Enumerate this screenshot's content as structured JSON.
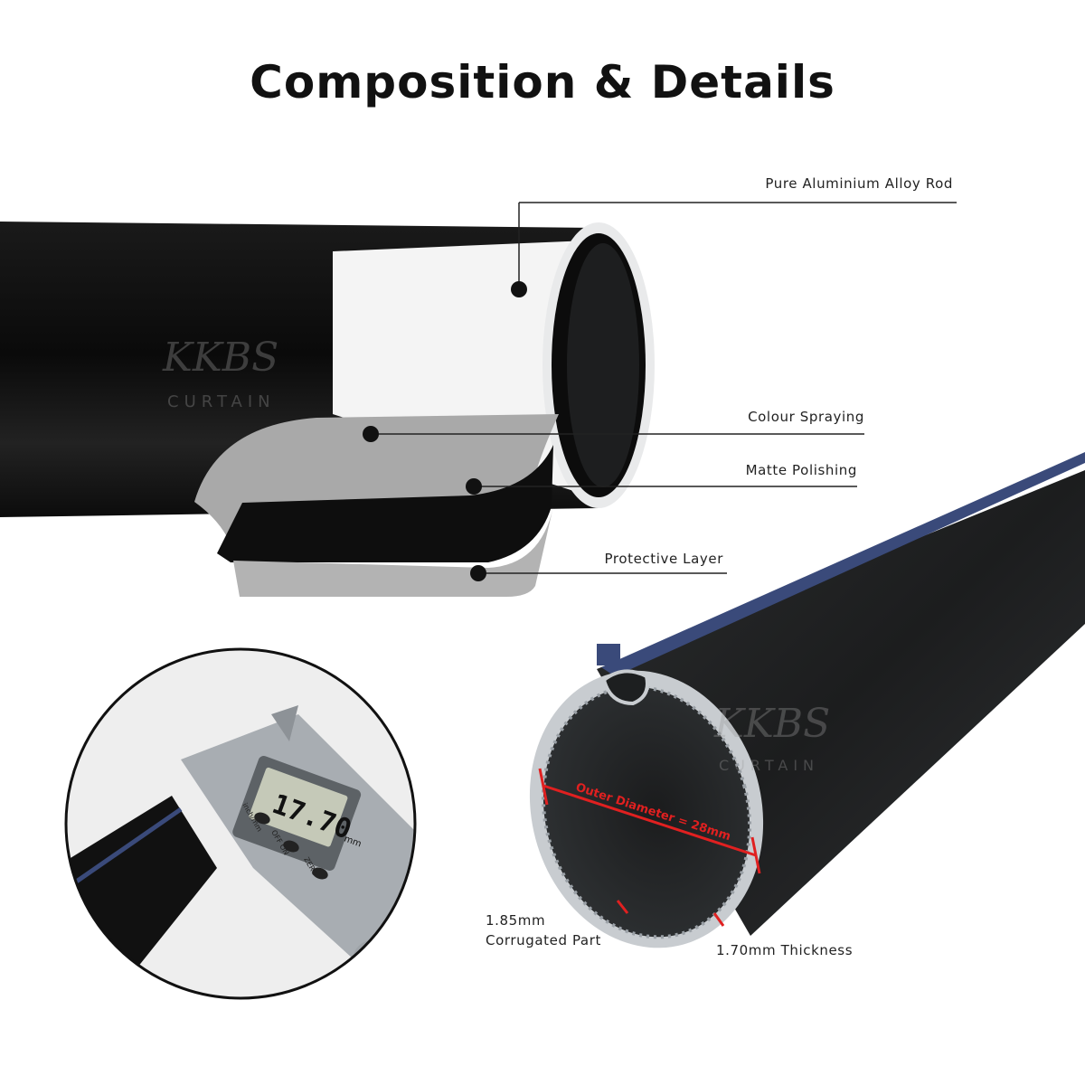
{
  "page": {
    "title": "Composition & Details"
  },
  "layers": {
    "rod": "Pure Aluminium Alloy Rod",
    "spraying": "Colour Spraying",
    "matte": "Matte Polishing",
    "protective": "Protective Layer"
  },
  "measurements": {
    "outer_diameter": "Outer Diameter = 28mm",
    "corrugated_value": "1.85mm",
    "corrugated_label": "Corrugated Part",
    "thickness": "1.70mm Thickness",
    "caliper_reading": "17.70",
    "caliper_unit": "mm",
    "caliper_buttons": [
      "inch/mm",
      "OFF ON",
      "ZERO"
    ]
  },
  "watermark": {
    "brand": "KKBS",
    "sub": "CURTAIN"
  },
  "colors": {
    "rod_black": "#111111",
    "inner_white": "#f4f4f4",
    "aluminium": "#c8ccd0",
    "accent_red": "#e02020",
    "channel_blue": "#3a4a7a"
  }
}
